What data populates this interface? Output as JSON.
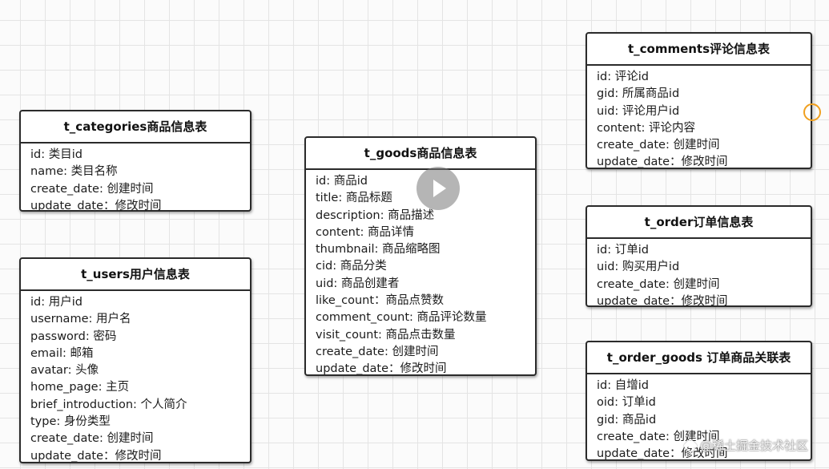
{
  "tables": {
    "categories": {
      "title": "t_categories商品信息表",
      "fields": [
        "id: 类目id",
        "name: 类目名称",
        "create_date: 创建时间",
        "update_date：修改时间"
      ]
    },
    "users": {
      "title": "t_users用户信息表",
      "fields": [
        "id: 用户id",
        "username: 用户名",
        "password: 密码",
        "email: 邮箱",
        "avatar: 头像",
        "home_page: 主页",
        "brief_introduction: 个人简介",
        "type: 身份类型",
        "create_date: 创建时间",
        "update_date：修改时间"
      ]
    },
    "goods": {
      "title": "t_goods商品信息表",
      "fields": [
        "id: 商品id",
        "title: 商品标题",
        "description: 商品描述",
        "content: 商品详情",
        "thumbnail: 商品缩略图",
        "cid: 商品分类",
        "uid: 商品创建者",
        "like_count：商品点赞数",
        "comment_count: 商品评论数量",
        "visit_count: 商品点击数量",
        "create_date: 创建时间",
        "update_date：修改时间"
      ]
    },
    "comments": {
      "title": "t_comments评论信息表",
      "fields": [
        "id: 评论id",
        "gid: 所属商品id",
        "uid: 评论用户id",
        "content: 评论内容",
        "create_date: 创建时间",
        "update_date：修改时间"
      ]
    },
    "order": {
      "title": "t_order订单信息表",
      "fields": [
        "id: 订单id",
        "uid: 购买用户id",
        "create_date: 创建时间",
        "update_date：修改时间"
      ]
    },
    "order_goods": {
      "title": "t_order_goods 订单商品关联表",
      "fields": [
        "id: 自增id",
        "oid: 订单id",
        "gid: 商品id",
        "create_date: 创建时间",
        "update_date：修改时间"
      ]
    }
  },
  "icons": {
    "play": "play-icon",
    "connector": "connector-handle-icon",
    "watermark_logo": "juejin-logo-icon"
  },
  "colors": {
    "grid": "#e4e4e4",
    "border": "#2b2b2b",
    "connector_handle": "#f0a020"
  },
  "watermark": {
    "text": "@稀土掘金技术社区"
  }
}
